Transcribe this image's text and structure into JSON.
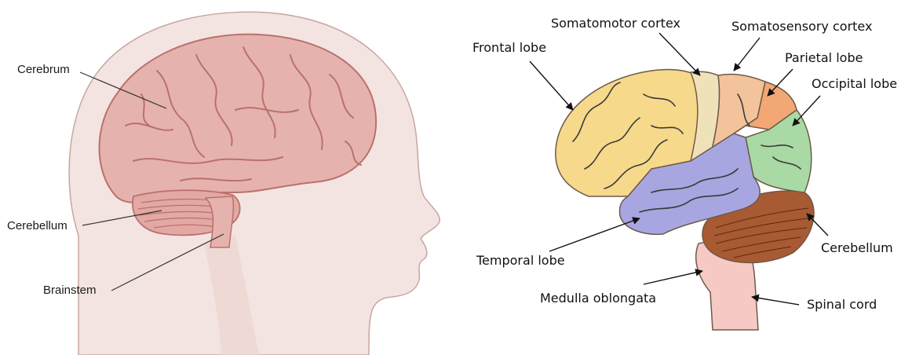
{
  "left_panel": {
    "labels": {
      "cerebrum": "Cerebrum",
      "cerebellum": "Cerebellum",
      "brainstem": "Brainstem"
    }
  },
  "right_panel": {
    "labels": {
      "somatomotor_cortex": "Somatomotor cortex",
      "somatosensory_cortex": "Somatosensory cortex",
      "frontal_lobe": "Frontal lobe",
      "parietal_lobe": "Parietal lobe",
      "occipital_lobe": "Occipital lobe",
      "temporal_lobe": "Temporal lobe",
      "cerebellum": "Cerebellum",
      "medulla_oblongata": "Medulla oblongata",
      "spinal_cord": "Spinal cord"
    },
    "colors": {
      "frontal": "#f6d98a",
      "somatomotor": "#efe2b8",
      "somatosensory": "#f3c39b",
      "parietal": "#f2a774",
      "occipital": "#a9d9a4",
      "temporal": "#a7a6e0",
      "cerebellum": "#a85a32",
      "brainstem": "#f6c9c4"
    }
  },
  "head_colors": {
    "skin": "#f4e4e1",
    "brain": "#e6b2ae",
    "brain_dark": "#b9716c"
  }
}
